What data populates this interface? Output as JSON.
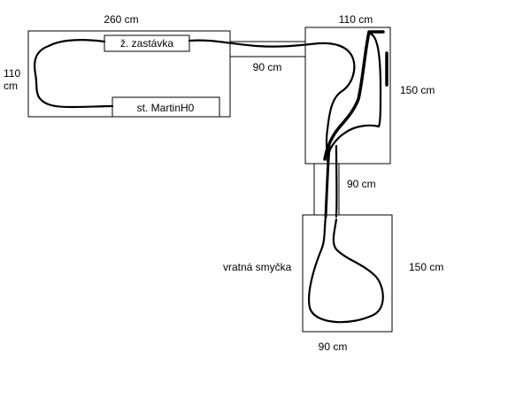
{
  "labels": {
    "top_left_width": "260 cm",
    "top_left_height_1": "110",
    "top_left_height_2": "cm",
    "connector_top_width": "90 cm",
    "top_right_width": "110 cm",
    "top_right_height": "150 cm",
    "connector_vertical_width": "90 cm",
    "bottom_height": "150 cm",
    "bottom_width": "90 cm",
    "loop_label": "vratná smyčka"
  },
  "stations": {
    "zastavka": "ž. zastávka",
    "martin": "st. MartinH0"
  }
}
